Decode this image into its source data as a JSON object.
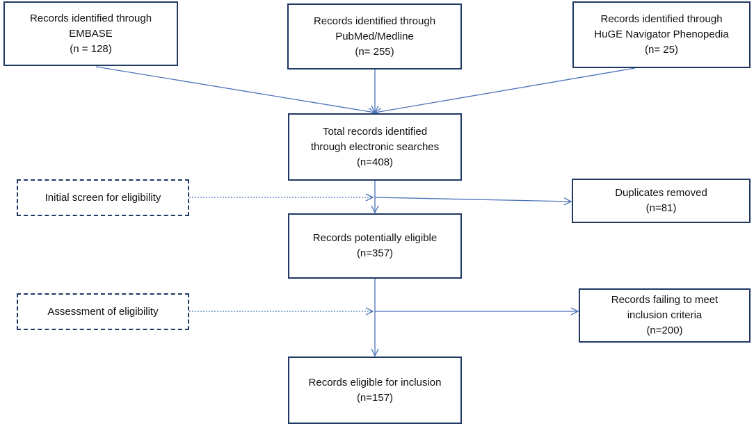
{
  "colors": {
    "box_border": "#1f3864",
    "arrow": "#4a72b8",
    "text": "#111111"
  },
  "sources": [
    {
      "lines": [
        "Records identified through",
        "EMBASE",
        "(n = 128)"
      ]
    },
    {
      "lines": [
        "Records identified through",
        "PubMed/Medline",
        "(n= 255)"
      ]
    },
    {
      "lines": [
        "Records identified through",
        "HuGE Navigator Phenopedia",
        "(n= 25)"
      ]
    }
  ],
  "total": {
    "lines": [
      "Total records identified",
      "through electronic searches",
      "(n=408)"
    ]
  },
  "potentially_eligible": {
    "lines": [
      "Records potentially eligible",
      "(n=357)"
    ]
  },
  "eligible_inclusion": {
    "lines": [
      "Records eligible for inclusion",
      "(n=157)"
    ]
  },
  "duplicates": {
    "lines": [
      "Duplicates removed",
      "(n=81)"
    ]
  },
  "failing": {
    "lines": [
      "Records failing to meet",
      "inclusion criteria",
      "(n=200)"
    ]
  },
  "stages": {
    "initial_screen": "Initial screen for eligibility",
    "assessment": "Assessment of eligibility"
  }
}
